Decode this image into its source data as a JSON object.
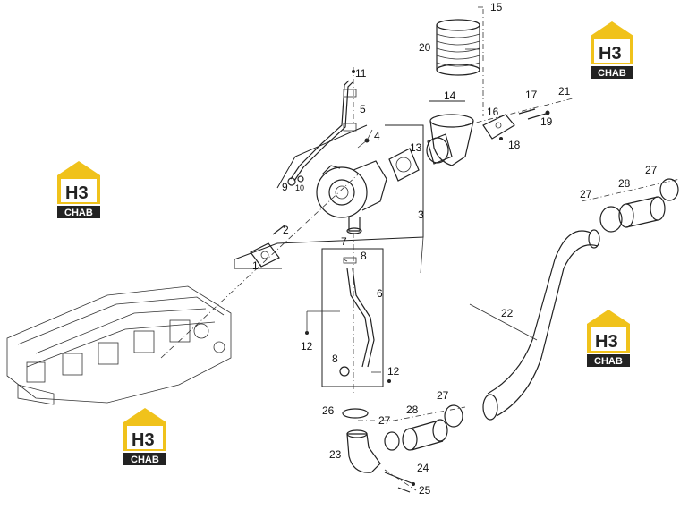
{
  "watermark": {
    "brand_letters": "H3",
    "brand_sub": "CHAB",
    "accent": "#f0c21b",
    "dark": "#222222"
  },
  "callouts": {
    "c1": "1",
    "c2": "2",
    "c3": "3",
    "c4": "4",
    "c5": "5",
    "c6": "6",
    "c7": "7",
    "c8a": "8",
    "c8b": "8",
    "c9": "9",
    "c10": "10",
    "c11": "11",
    "c12a": "12",
    "c12b": "12",
    "c13": "13",
    "c14": "14",
    "c15": "15",
    "c16": "16",
    "c17": "17",
    "c18": "18",
    "c19": "19",
    "c20": "20",
    "c21": "21",
    "c22": "22",
    "c23": "23",
    "c24": "24",
    "c25": "25",
    "c26": "26",
    "c27a": "27",
    "c27b": "27",
    "c27c": "27",
    "c28a": "28",
    "c28b": "28"
  }
}
